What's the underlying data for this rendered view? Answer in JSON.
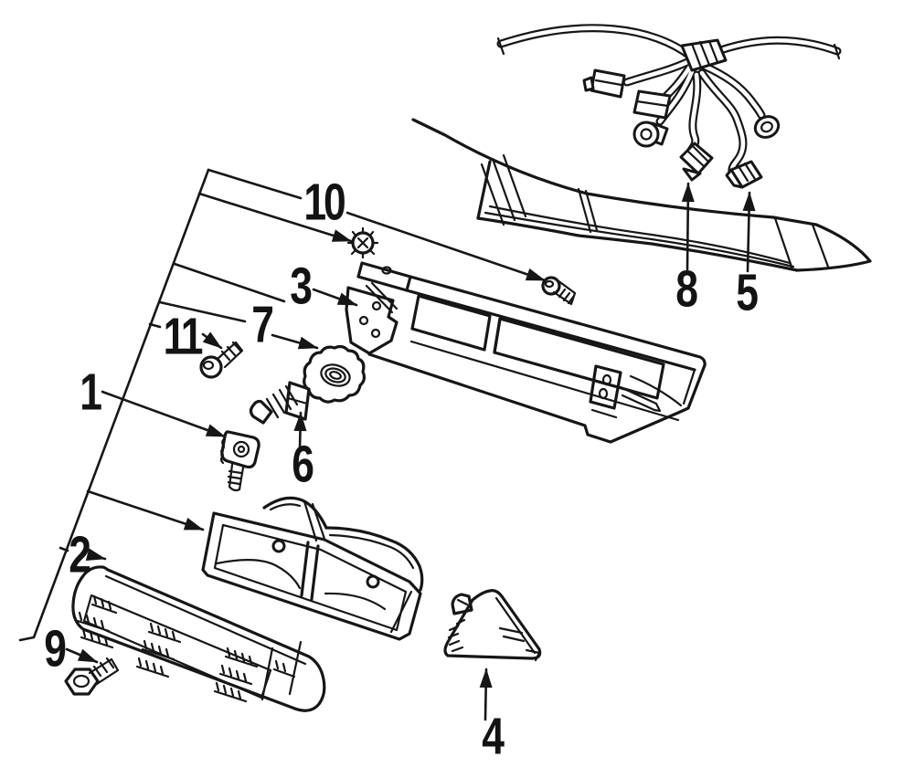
{
  "diagram": {
    "kind": "exploded-parts-line-drawing",
    "colors": {
      "ink": "#161616",
      "paper": "#ffffff"
    },
    "callouts": [
      {
        "number": "1",
        "part": "headlamp-adjuster"
      },
      {
        "number": "2",
        "part": "headlamp-lens"
      },
      {
        "number": "3",
        "part": "mounting-bracket"
      },
      {
        "number": "4",
        "part": "corner-marker-lamp"
      },
      {
        "number": "5",
        "part": "harness-connector-right"
      },
      {
        "number": "6",
        "part": "headlamp-bulb"
      },
      {
        "number": "7",
        "part": "bulb-retaining-ring"
      },
      {
        "number": "8",
        "part": "harness-connector-left"
      },
      {
        "number": "9",
        "part": "mounting-bolt"
      },
      {
        "number": "10",
        "part": "screw-and-nut"
      },
      {
        "number": "11",
        "part": "adjusting-screw"
      }
    ]
  }
}
